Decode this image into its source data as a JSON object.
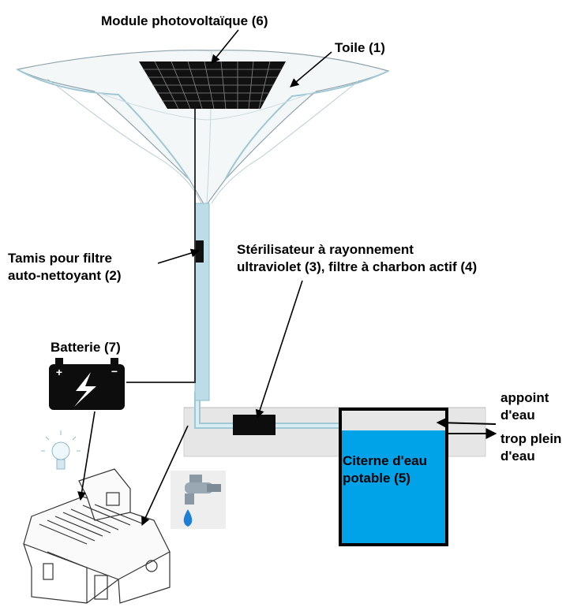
{
  "labels": {
    "module": "Module photovoltaïque (6)",
    "toile": "Toile (1)",
    "tamis": [
      "Tamis pour filtre",
      "auto-nettoyant (2)"
    ],
    "sterilisateur": [
      "Stérilisateur à rayonnement",
      "ultraviolet (3), filtre à charbon actif (4)"
    ],
    "batterie": "Batterie (7)",
    "appoint": [
      "appoint",
      "d'eau"
    ],
    "trop_plein": [
      "trop plein",
      "d'eau"
    ],
    "citerne": [
      "Citerne d'eau",
      "potable (5)"
    ]
  },
  "colors": {
    "water": "#00a2e8",
    "pipe": "#b9dbe6",
    "ground": "#e6e6e6",
    "panel": "#111111",
    "ink": "#000000"
  },
  "icons": [
    "solar-panel-icon",
    "umbrella-canopy-icon",
    "battery-icon",
    "light-bulb-icon",
    "water-tap-icon",
    "house-icon"
  ]
}
